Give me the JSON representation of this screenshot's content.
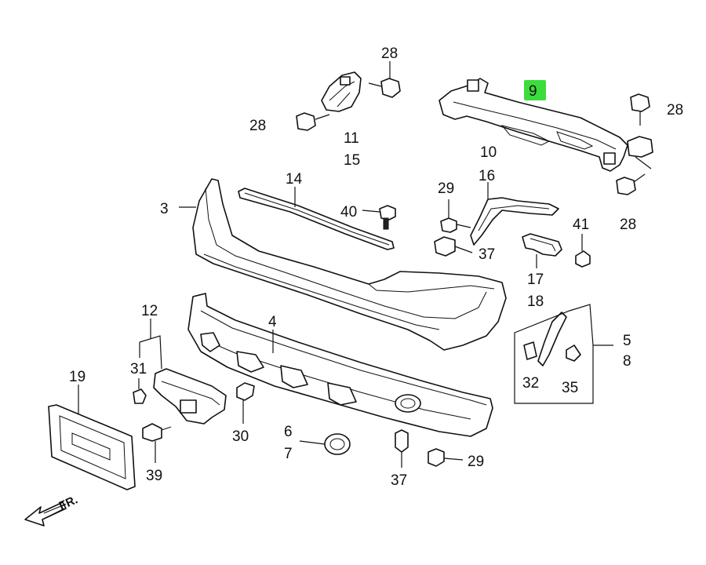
{
  "diagram": {
    "labels": {
      "n28a": "28",
      "n28b": "28",
      "n28c": "28",
      "n28d": "28",
      "n9": "9",
      "n10": "10",
      "n11": "11",
      "n15": "15",
      "n14": "14",
      "n3": "3",
      "n40": "40",
      "n29a": "29",
      "n29b": "29",
      "n16": "16",
      "n37a": "37",
      "n37b": "37",
      "n41": "41",
      "n17": "17",
      "n18": "18",
      "n5": "5",
      "n8": "8",
      "n32": "32",
      "n35": "35",
      "n4": "4",
      "n12": "12",
      "n31": "31",
      "n19": "19",
      "n30": "30",
      "n6": "6",
      "n7": "7",
      "n39": "39"
    },
    "highlight_color": "#3ddc3d",
    "front_arrow_label": "FR."
  }
}
